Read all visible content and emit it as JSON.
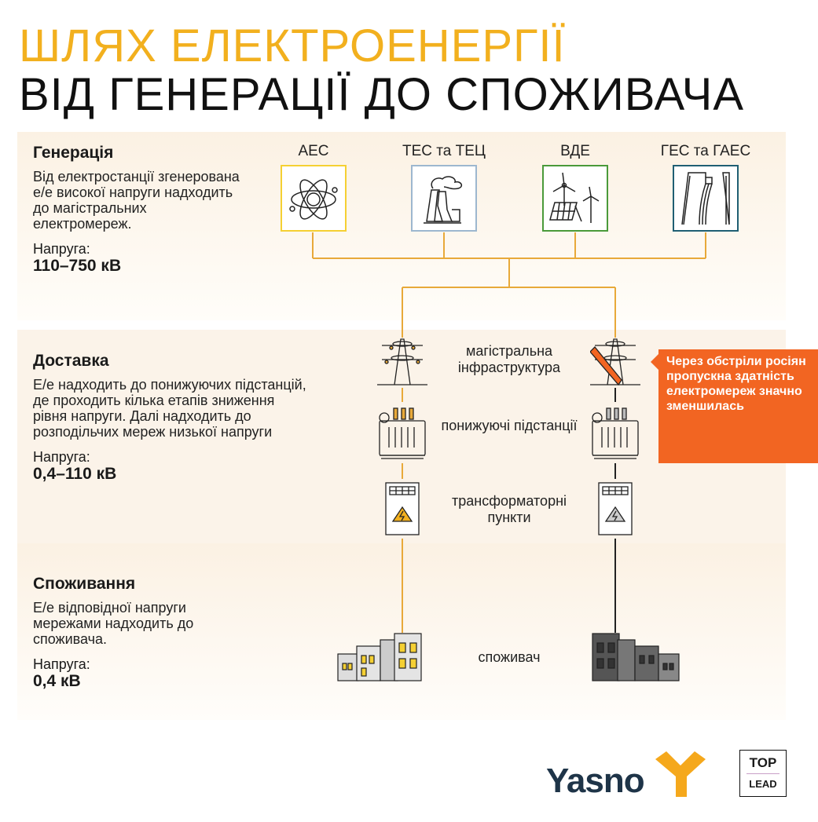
{
  "title": {
    "line1": "ШЛЯХ ЕЛЕКТРОЕНЕРГІЇ",
    "line2": "ВІД ГЕНЕРАЦІЇ ДО СПОЖИВАЧА"
  },
  "sections": [
    {
      "heading": "Генерація",
      "text": "Від електростанції згенерована е/е високої напруги надходить до магістральних електромереж.",
      "voltage_label": "Напруга:",
      "voltage": "110–750 кВ"
    },
    {
      "heading": "Доставка",
      "text": "Е/е надходить до понижуючих підстанцій, де проходить кілька етапів зниження рівня напруги. Далі надходить до розподільчих мереж низької напруги",
      "voltage_label": "Напруга:",
      "voltage": "0,4–110 кВ"
    },
    {
      "heading": "Споживання",
      "text": "Е/е відповідної напруги мережами надходить до споживача.",
      "voltage_label": "Напруга:",
      "voltage": "0,4 кВ"
    }
  ],
  "plants": [
    {
      "label": "АЕС",
      "icon": "atom-icon",
      "color": "#f5d033"
    },
    {
      "label": "ТЕС та ТЕЦ",
      "icon": "factory-icon",
      "color": "#9db7cf"
    },
    {
      "label": "ВДЕ",
      "icon": "wind-solar-icon",
      "color": "#4a9a3a"
    },
    {
      "label": "ГЕС та ГАЕС",
      "icon": "dam-icon",
      "color": "#1f5f73"
    }
  ],
  "stages": [
    "магістральна інфраструктура",
    "понижуючі підстанції",
    "трансформаторні пункти",
    "споживач"
  ],
  "callout": "Через обстріли росіян пропускна здатність електромереж значно зменшилась",
  "logos": {
    "yasno": "Yasno",
    "top": "TOP",
    "lead": "LEAD"
  },
  "colors": {
    "accent": "#f2b01e",
    "line": "#e8a93a",
    "alert": "#f26522"
  }
}
